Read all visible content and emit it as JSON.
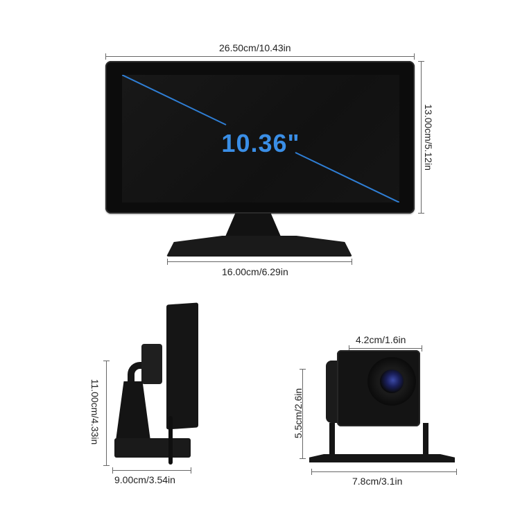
{
  "main_view": {
    "width_label": "26.50cm/10.43in",
    "height_label": "13.00cm/5.12in",
    "base_width_label": "16.00cm/6.29in",
    "diagonal_label": "10.36\"",
    "diagonal_color": "#3a8ee6"
  },
  "side_view": {
    "height_label": "11.00cm/4.33in",
    "depth_label": "9.00cm/3.54in"
  },
  "camera_view": {
    "front_width_label": "4.2cm/1.6in",
    "height_label": "5.5cm/2.6in",
    "bracket_width_label": "7.8cm/3.1in"
  }
}
